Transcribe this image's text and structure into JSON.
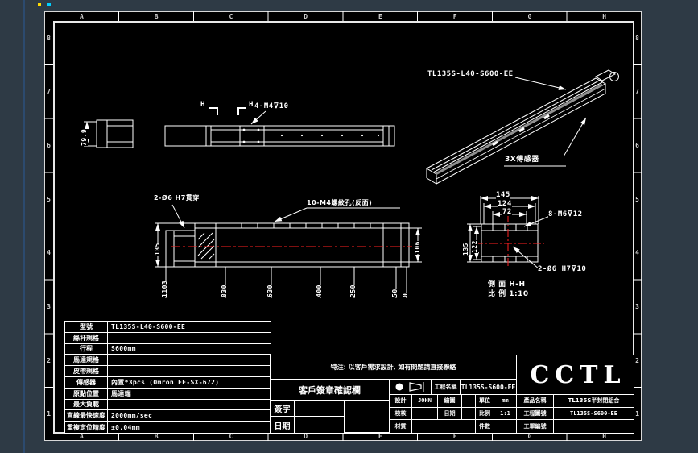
{
  "frame": {
    "letters": [
      "A",
      "B",
      "C",
      "D",
      "E",
      "F",
      "G",
      "H"
    ],
    "numbers": [
      "8",
      "7",
      "6",
      "5",
      "4",
      "3",
      "2",
      "1"
    ]
  },
  "views": {
    "top": {
      "hole_label": "4-M4⊽10",
      "width_dim": "79.9",
      "section_h": "H"
    },
    "iso": {
      "model_label": "TL135S-L40-S600-EE",
      "sensor_label": "3X傳感器"
    },
    "front": {
      "hole_label_left": "2-Ø6 H7貫穿",
      "hole_label_right": "10-M4螺紋孔(反面)",
      "height_dim": "135",
      "height_dim_right": "106",
      "ordinates": [
        "1103",
        "830",
        "630",
        "400",
        "250",
        "50",
        "0"
      ]
    },
    "side": {
      "top_dims": [
        "145",
        "124",
        "72"
      ],
      "hole_label_top": "8-M6⊽12",
      "left_dims": [
        "135",
        "122"
      ],
      "hole_label_bottom": "2-Ø6 H7⊽10",
      "caption": "側 面 H-H",
      "scale_label": "比 例 1:10"
    }
  },
  "spec_table": {
    "rows": [
      {
        "label": "型號",
        "value": "TL135S-L40-S600-EE"
      },
      {
        "label": "絲杆規格",
        "value": ""
      },
      {
        "label": "行程",
        "value": "S600mm"
      },
      {
        "label": "馬達規格",
        "value": ""
      },
      {
        "label": "皮帶規格",
        "value": ""
      },
      {
        "label": "傳感器",
        "value": "內置*3pcs (Omron EE-SX-672)"
      },
      {
        "label": "原點位置",
        "value": "馬達端"
      },
      {
        "label": "最大負載",
        "value": ""
      },
      {
        "label": "直線最快速度",
        "value": "2000mm/sec"
      },
      {
        "label": "重複定位精度",
        "value": "±0.04mm"
      }
    ]
  },
  "notes": "特注: 以客戶需求設計, 如有問題請直接聯絡",
  "sign_block": {
    "title": "客戶簽章確認欄",
    "sign_label": "簽字",
    "date_label": "日期"
  },
  "title_block": {
    "project_label": "工程名稱",
    "project_value": "TL135S-S600-EE",
    "design_label": "設計",
    "design_value": "JOHN",
    "draw_label": "繪圖",
    "draw_value": "",
    "unit_label": "單位",
    "unit_value": "mm",
    "check_label": "校核",
    "check_value": "",
    "date_label": "日期",
    "date_value": "",
    "scale_label": "比例",
    "scale_value": "1:1",
    "material_label": "材質",
    "material_value": "",
    "qty_label": "件數",
    "qty_value": "",
    "logo": "CCTL",
    "product_label": "產品名稱",
    "product_value": "TL135S半封閉組合",
    "drawing_no_label": "工程圖號",
    "drawing_no_value": "TL135S-S600-EE",
    "order_no_label": "工單編號",
    "order_no_value": ""
  },
  "colors": {
    "background": "#2e3a45",
    "paper": "#000000",
    "line": "#ffffff",
    "centerline": "#ff2020",
    "belt_gray": "#909090",
    "artifact_yellow": "#ffd900",
    "artifact_cyan": "#00cfff",
    "artifact_blue": "#2c4a6e"
  }
}
